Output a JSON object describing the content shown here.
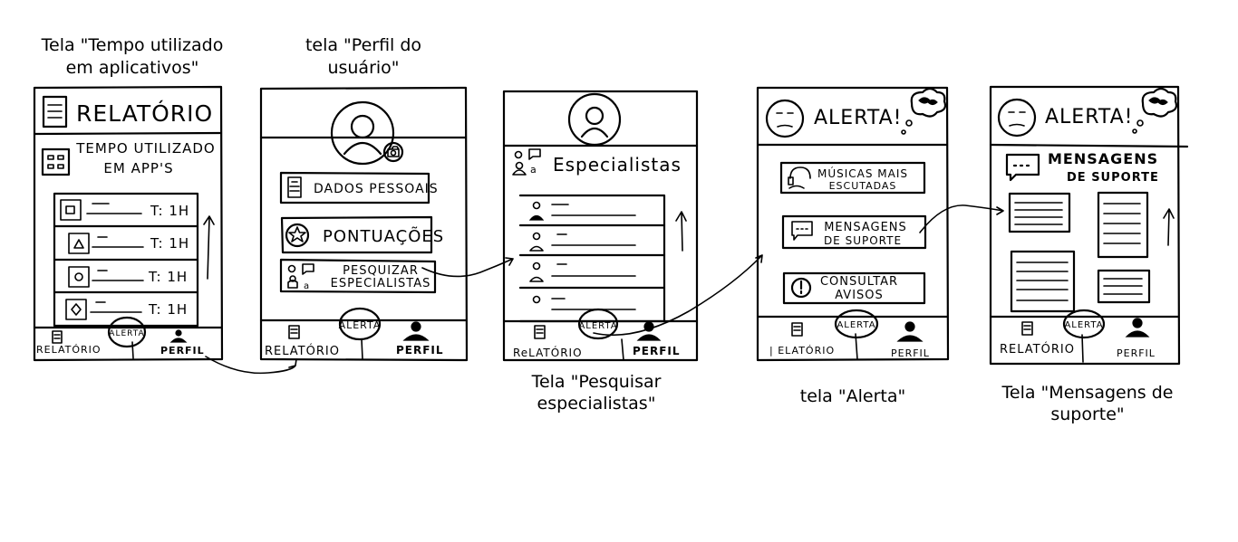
{
  "captions": {
    "s1_l1": "Tela \"Tempo utilizado",
    "s1_l2": "em aplicativos\"",
    "s2_l1": "tela \"Perfil do",
    "s2_l2": "usuário\"",
    "s3_l1": "Tela \"Pesquisar",
    "s3_l2": "especialistas\"",
    "s4_l1": "tela \"Alerta\"",
    "s5_l1": "Tela \"Mensagens de",
    "s5_l2": "suporte\""
  },
  "nav": {
    "relatorio_caps": "RELATÓRIO",
    "relatorio_mixed": "ReLATÓRIO",
    "relatorio_s4": "| ELATÓRIO",
    "alerta": "ALERTA",
    "perfil": "PERFIL"
  },
  "screen1": {
    "title": "RELATÓRIO",
    "subtitle_l1": "TEMPO UTILIZADO",
    "subtitle_l2": "EM APP'S",
    "rows": [
      "T: 1H",
      "T: 1H",
      "T: 1H",
      "T: 1H"
    ]
  },
  "screen2": {
    "btn1": "DADOS PESSOAIS",
    "btn2": "PONTUAÇÕES",
    "btn3_l1": "PESQUIZAR",
    "btn3_l2": "ESPECIALISTAS"
  },
  "screen3": {
    "title": "Especialistas"
  },
  "screen4": {
    "title": "ALERTA!",
    "btn1_l1": "MÚSICAS MAIS",
    "btn1_l2": "ESCUTADAS",
    "btn2_l1": "MENSAGENS",
    "btn2_l2": "DE SUPORTE",
    "btn3_l1": "CONSULTAR",
    "btn3_l2": "AVISOS"
  },
  "screen5": {
    "title": "ALERTA!",
    "heading_l1": "MENSAGENS",
    "heading_l2": "DE SUPORTE"
  }
}
